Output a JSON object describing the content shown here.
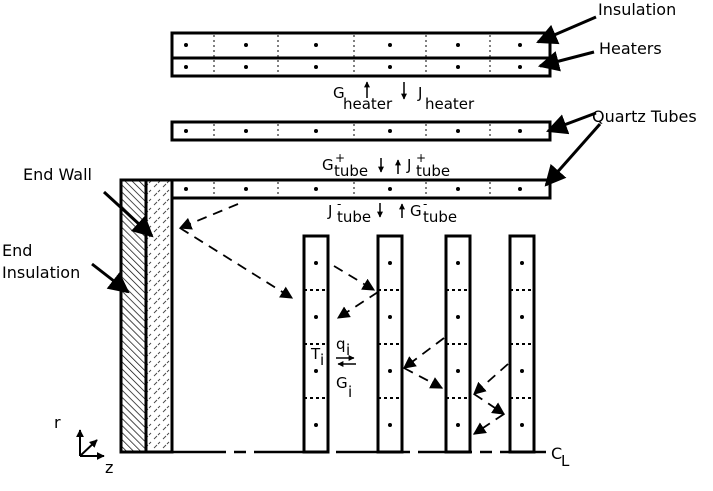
{
  "labels": {
    "insulation": "Insulation",
    "heaters": "Heaters",
    "quartz_tubes": "Quartz Tubes",
    "end_wall": "End Wall",
    "end_insulation_line1": "End",
    "end_insulation_line2": "Insulation"
  },
  "flux": {
    "g_heater": {
      "base": "G",
      "sub": "heater"
    },
    "j_heater": {
      "base": "J",
      "sub": "heater"
    },
    "g_tube_plus": {
      "base": "G",
      "sub": "tube",
      "sup": "+"
    },
    "j_tube_plus": {
      "base": "J",
      "sub": "tube",
      "sup": "+"
    },
    "j_tube_minus": {
      "base": "J",
      "sub": "tube",
      "sup": "-"
    },
    "g_tube_minus": {
      "base": "G",
      "sub": "tube",
      "sup": "-"
    },
    "q_i": {
      "base": "q",
      "sub": "i"
    },
    "t_i": {
      "base": "T",
      "sub": "i"
    },
    "g_i": {
      "base": "G",
      "sub": "i"
    }
  },
  "axes": {
    "r": "r",
    "z": "z",
    "centerline": "C",
    "centerline_sub": "L"
  },
  "colors": {
    "ink": "#000000",
    "background": "#ffffff"
  }
}
